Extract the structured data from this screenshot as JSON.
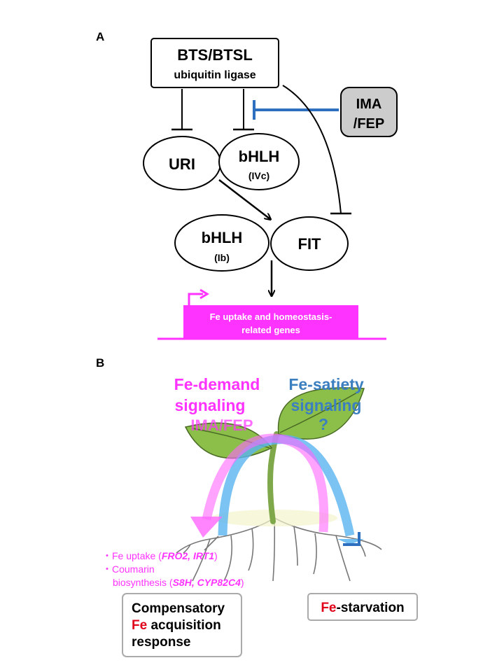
{
  "panel_a": {
    "label": "A",
    "bts": {
      "line1": "BTS/BTSL",
      "line2": "ubiquitin ligase"
    },
    "ima": {
      "line1": "IMA",
      "line2": "/FEP"
    },
    "uri": "URI",
    "bhlh_ivc": {
      "name": "bHLH",
      "sub": "(IVc)"
    },
    "bhlh_ib": {
      "name": "bHLH",
      "sub": "(Ib)"
    },
    "fit": "FIT",
    "genes": {
      "line1": "Fe uptake and homeostasis-",
      "line2": "related genes"
    }
  },
  "panel_b": {
    "label": "B",
    "demand": {
      "line1": "Fe-demand",
      "line2": "signaling",
      "line3": "IMA/FEP"
    },
    "satiety": {
      "line1": "Fe-satiety",
      "line2": "signaling",
      "line3": "?"
    },
    "uptake_prefix": "・Fe uptake (",
    "uptake_genes": "FRO2, IRT1",
    "uptake_suffix": ")",
    "coumarin_line1": "・Coumarin",
    "coumarin_prefix": "biosynthesis (",
    "coumarin_genes": "S8H, CYP82C4",
    "coumarin_suffix": ")",
    "response": {
      "line1": "Compensatory",
      "fe": "Fe",
      "line2_rest": " acquisition",
      "line3": "response"
    },
    "starvation": {
      "fe": "Fe",
      "rest": "-starvation"
    }
  },
  "colors": {
    "magenta": "#ff33ff",
    "magenta_soft": "#f07bf0",
    "blue_line": "#2f6fbf",
    "blue_arrow": "#5ab4f0",
    "blue_text": "#3c7fc0",
    "red_fe": "#e0001a",
    "leaf": "#8cbf4a",
    "ima_box": "#cccccc"
  }
}
